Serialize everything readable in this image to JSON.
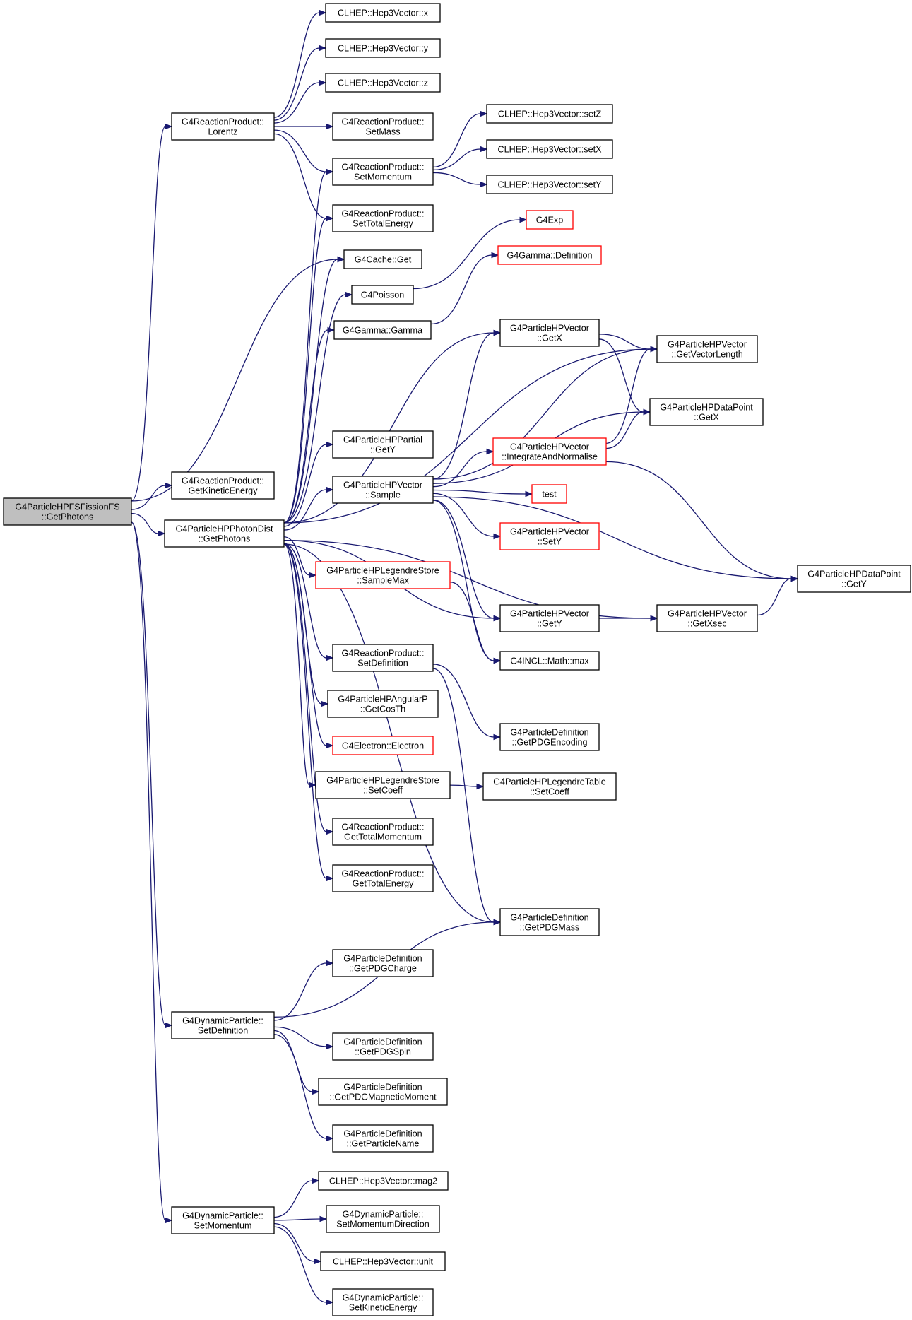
{
  "diagram": {
    "colors": {
      "edge": "#191970",
      "node_border": "#000000",
      "truncated_border": "#ff0000",
      "root_fill": "#bfbfbf"
    },
    "nodes": [
      {
        "id": "root",
        "lines": [
          "G4ParticleHPFSFissionFS",
          "::GetPhotons"
        ],
        "style": "root"
      },
      {
        "id": "lorentz",
        "lines": [
          "G4ReactionProduct::",
          "Lorentz"
        ]
      },
      {
        "id": "getKinE",
        "lines": [
          "G4ReactionProduct::",
          "GetKineticEnergy"
        ]
      },
      {
        "id": "photonDist",
        "lines": [
          "G4ParticleHPPhotonDist",
          "::GetPhotons"
        ]
      },
      {
        "id": "dynSetDef",
        "lines": [
          "G4DynamicParticle::",
          "SetDefinition"
        ]
      },
      {
        "id": "dynSetMom",
        "lines": [
          "G4DynamicParticle::",
          "SetMomentum"
        ]
      },
      {
        "id": "h3x",
        "lines": [
          "CLHEP::Hep3Vector::x"
        ]
      },
      {
        "id": "h3y",
        "lines": [
          "CLHEP::Hep3Vector::y"
        ]
      },
      {
        "id": "h3z",
        "lines": [
          "CLHEP::Hep3Vector::z"
        ]
      },
      {
        "id": "setMass",
        "lines": [
          "G4ReactionProduct::",
          "SetMass"
        ]
      },
      {
        "id": "setMomRP",
        "lines": [
          "G4ReactionProduct::",
          "SetMomentum"
        ]
      },
      {
        "id": "setTotE",
        "lines": [
          "G4ReactionProduct::",
          "SetTotalEnergy"
        ]
      },
      {
        "id": "cacheGet",
        "lines": [
          "G4Cache::Get"
        ]
      },
      {
        "id": "poisson",
        "lines": [
          "G4Poisson"
        ]
      },
      {
        "id": "gamma",
        "lines": [
          "G4Gamma::Gamma"
        ]
      },
      {
        "id": "partialGetY",
        "lines": [
          "G4ParticleHPPartial",
          "::GetY"
        ]
      },
      {
        "id": "vecSample",
        "lines": [
          "G4ParticleHPVector",
          "::Sample"
        ]
      },
      {
        "id": "legSampleMax",
        "lines": [
          "G4ParticleHPLegendreStore",
          "::SampleMax"
        ],
        "style": "red"
      },
      {
        "id": "rpSetDef",
        "lines": [
          "G4ReactionProduct::",
          "SetDefinition"
        ]
      },
      {
        "id": "angCosTh",
        "lines": [
          "G4ParticleHPAngularP",
          "::GetCosTh"
        ]
      },
      {
        "id": "electron",
        "lines": [
          "G4Electron::Electron"
        ],
        "style": "red"
      },
      {
        "id": "legSetCoeff",
        "lines": [
          "G4ParticleHPLegendreStore",
          "::SetCoeff"
        ]
      },
      {
        "id": "rpTotMom",
        "lines": [
          "G4ReactionProduct::",
          "GetTotalMomentum"
        ]
      },
      {
        "id": "rpTotE",
        "lines": [
          "G4ReactionProduct::",
          "GetTotalEnergy"
        ]
      },
      {
        "id": "setZ",
        "lines": [
          "CLHEP::Hep3Vector::setZ"
        ]
      },
      {
        "id": "setX",
        "lines": [
          "CLHEP::Hep3Vector::setX"
        ]
      },
      {
        "id": "setY",
        "lines": [
          "CLHEP::Hep3Vector::setY"
        ]
      },
      {
        "id": "exp",
        "lines": [
          "G4Exp"
        ],
        "style": "red"
      },
      {
        "id": "gammaDef",
        "lines": [
          "G4Gamma::Definition"
        ],
        "style": "red"
      },
      {
        "id": "vecGetX",
        "lines": [
          "G4ParticleHPVector",
          "::GetX"
        ]
      },
      {
        "id": "vecIntegrate",
        "lines": [
          "G4ParticleHPVector",
          "::IntegrateAndNormalise"
        ],
        "style": "red"
      },
      {
        "id": "test",
        "lines": [
          "test"
        ],
        "style": "red"
      },
      {
        "id": "vecSetY",
        "lines": [
          "G4ParticleHPVector",
          "::SetY"
        ],
        "style": "red"
      },
      {
        "id": "vecGetY",
        "lines": [
          "G4ParticleHPVector",
          "::GetY"
        ]
      },
      {
        "id": "inclMax",
        "lines": [
          "G4INCL::Math::max"
        ]
      },
      {
        "id": "pdgEnc",
        "lines": [
          "G4ParticleDefinition",
          "::GetPDGEncoding"
        ]
      },
      {
        "id": "legTabSetCoeff",
        "lines": [
          "G4ParticleHPLegendreTable",
          "::SetCoeff"
        ]
      },
      {
        "id": "pdgMass",
        "lines": [
          "G4ParticleDefinition",
          "::GetPDGMass"
        ]
      },
      {
        "id": "vecLen",
        "lines": [
          "G4ParticleHPVector",
          "::GetVectorLength"
        ]
      },
      {
        "id": "dpGetX",
        "lines": [
          "G4ParticleHPDataPoint",
          "::GetX"
        ]
      },
      {
        "id": "dpGetY",
        "lines": [
          "G4ParticleHPDataPoint",
          "::GetY"
        ]
      },
      {
        "id": "vecXsec",
        "lines": [
          "G4ParticleHPVector",
          "::GetXsec"
        ]
      },
      {
        "id": "pdgCharge",
        "lines": [
          "G4ParticleDefinition",
          "::GetPDGCharge"
        ]
      },
      {
        "id": "pdgSpin",
        "lines": [
          "G4ParticleDefinition",
          "::GetPDGSpin"
        ]
      },
      {
        "id": "pdgMagMom",
        "lines": [
          "G4ParticleDefinition",
          "::GetPDGMagneticMoment"
        ]
      },
      {
        "id": "partName",
        "lines": [
          "G4ParticleDefinition",
          "::GetParticleName"
        ]
      },
      {
        "id": "mag2",
        "lines": [
          "CLHEP::Hep3Vector::mag2"
        ]
      },
      {
        "id": "setMomDir",
        "lines": [
          "G4DynamicParticle::",
          "SetMomentumDirection"
        ]
      },
      {
        "id": "unit",
        "lines": [
          "CLHEP::Hep3Vector::unit"
        ]
      },
      {
        "id": "dynSetKinE",
        "lines": [
          "G4DynamicParticle::",
          "SetKineticEnergy"
        ]
      }
    ],
    "edges": [
      [
        "root",
        "lorentz"
      ],
      [
        "root",
        "cacheGet"
      ],
      [
        "root",
        "getKinE"
      ],
      [
        "root",
        "photonDist"
      ],
      [
        "root",
        "dynSetDef"
      ],
      [
        "root",
        "dynSetMom"
      ],
      [
        "lorentz",
        "h3x"
      ],
      [
        "lorentz",
        "h3y"
      ],
      [
        "lorentz",
        "h3z"
      ],
      [
        "lorentz",
        "setMass"
      ],
      [
        "lorentz",
        "setMomRP"
      ],
      [
        "lorentz",
        "setTotE"
      ],
      [
        "setMomRP",
        "setZ"
      ],
      [
        "setMomRP",
        "setX"
      ],
      [
        "setMomRP",
        "setY"
      ],
      [
        "photonDist",
        "setMomRP"
      ],
      [
        "photonDist",
        "setTotE"
      ],
      [
        "photonDist",
        "cacheGet"
      ],
      [
        "photonDist",
        "poisson"
      ],
      [
        "photonDist",
        "gamma"
      ],
      [
        "photonDist",
        "vecLen"
      ],
      [
        "photonDist",
        "vecGetX"
      ],
      [
        "photonDist",
        "partialGetY"
      ],
      [
        "photonDist",
        "vecSample"
      ],
      [
        "photonDist",
        "vecGetY"
      ],
      [
        "photonDist",
        "legSampleMax"
      ],
      [
        "photonDist",
        "vecXsec"
      ],
      [
        "photonDist",
        "rpSetDef"
      ],
      [
        "photonDist",
        "angCosTh"
      ],
      [
        "photonDist",
        "electron"
      ],
      [
        "photonDist",
        "legSetCoeff"
      ],
      [
        "photonDist",
        "rpTotMom"
      ],
      [
        "photonDist",
        "rpTotE"
      ],
      [
        "photonDist",
        "pdgMass"
      ],
      [
        "poisson",
        "exp"
      ],
      [
        "gamma",
        "gammaDef"
      ],
      [
        "vecGetX",
        "vecLen"
      ],
      [
        "vecGetX",
        "dpGetX"
      ],
      [
        "vecSample",
        "vecGetX"
      ],
      [
        "vecSample",
        "vecLen"
      ],
      [
        "vecSample",
        "dpGetX"
      ],
      [
        "vecSample",
        "vecIntegrate"
      ],
      [
        "vecSample",
        "test"
      ],
      [
        "vecSample",
        "vecSetY"
      ],
      [
        "vecSample",
        "dpGetY"
      ],
      [
        "vecSample",
        "vecGetY"
      ],
      [
        "vecSample",
        "inclMax"
      ],
      [
        "vecIntegrate",
        "vecLen"
      ],
      [
        "vecIntegrate",
        "dpGetX"
      ],
      [
        "vecIntegrate",
        "dpGetY"
      ],
      [
        "legSampleMax",
        "inclMax"
      ],
      [
        "vecGetY",
        "vecXsec"
      ],
      [
        "vecXsec",
        "dpGetY"
      ],
      [
        "rpSetDef",
        "pdgEnc"
      ],
      [
        "rpSetDef",
        "pdgMass"
      ],
      [
        "legSetCoeff",
        "legTabSetCoeff"
      ],
      [
        "dynSetDef",
        "pdgCharge"
      ],
      [
        "dynSetDef",
        "pdgMass"
      ],
      [
        "dynSetDef",
        "pdgSpin"
      ],
      [
        "dynSetDef",
        "pdgMagMom"
      ],
      [
        "dynSetDef",
        "partName"
      ],
      [
        "dynSetMom",
        "mag2"
      ],
      [
        "dynSetMom",
        "setMomDir"
      ],
      [
        "dynSetMom",
        "unit"
      ],
      [
        "dynSetMom",
        "dynSetKinE"
      ]
    ]
  }
}
